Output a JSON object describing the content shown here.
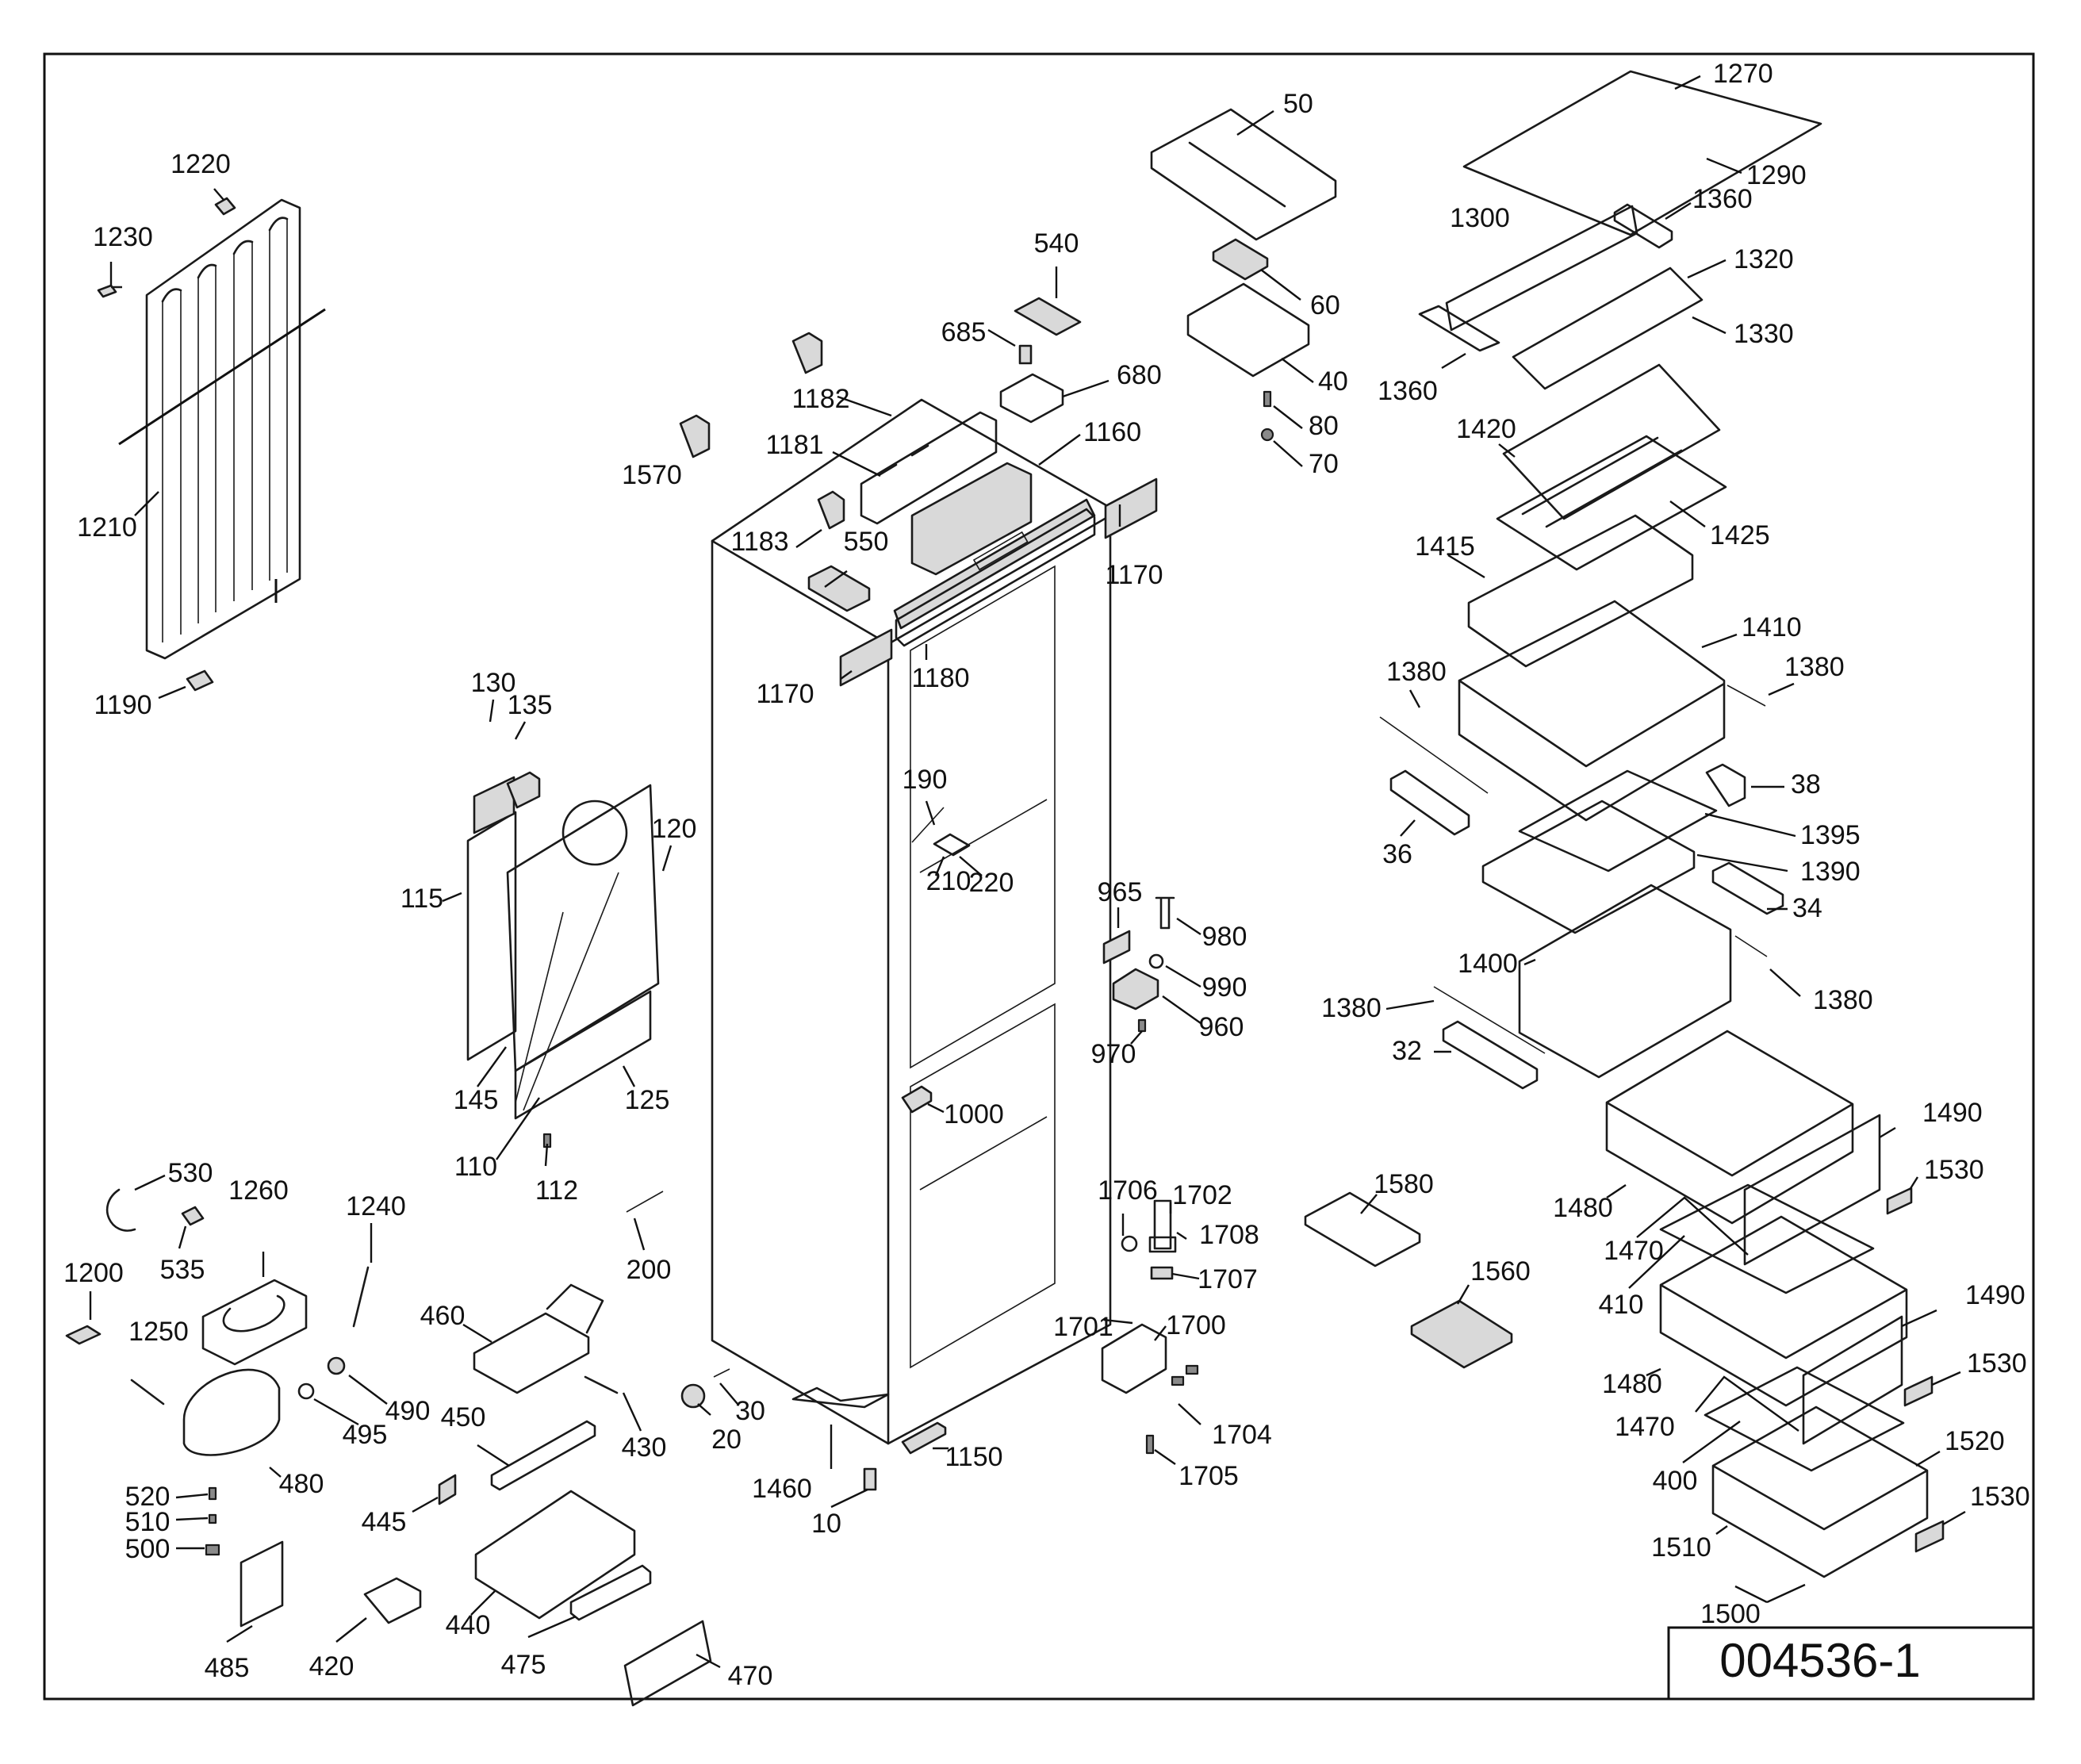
{
  "document_number": "004536-1",
  "callouts": [
    "1220",
    "1230",
    "1210",
    "1190",
    "1182",
    "1181",
    "1183",
    "1570",
    "540",
    "685",
    "680",
    "1160",
    "550",
    "1170",
    "1170",
    "1180",
    "50",
    "60",
    "40",
    "80",
    "70",
    "1270",
    "1290",
    "1360",
    "1300",
    "1320",
    "1330",
    "1360",
    "1420",
    "1425",
    "1415",
    "1410",
    "1380",
    "1380",
    "38",
    "36",
    "1395",
    "1390",
    "34",
    "1400",
    "1380",
    "1380",
    "32",
    "130",
    "135",
    "120",
    "115",
    "145",
    "125",
    "110",
    "112",
    "190",
    "210",
    "220",
    "965",
    "980",
    "990",
    "960",
    "970",
    "1000",
    "530",
    "535",
    "1260",
    "1240",
    "1200",
    "1250",
    "460",
    "200",
    "490",
    "495",
    "430",
    "30",
    "20",
    "450",
    "480",
    "520",
    "510",
    "500",
    "445",
    "1460",
    "10",
    "1150",
    "485",
    "420",
    "440",
    "475",
    "470",
    "1706",
    "1702",
    "1708",
    "1707",
    "1701",
    "1700",
    "1704",
    "1705",
    "1580",
    "1560",
    "1490",
    "1530",
    "1480",
    "1470",
    "410",
    "1490",
    "1530",
    "1480",
    "1470",
    "400",
    "1520",
    "1530",
    "1510",
    "1500"
  ]
}
